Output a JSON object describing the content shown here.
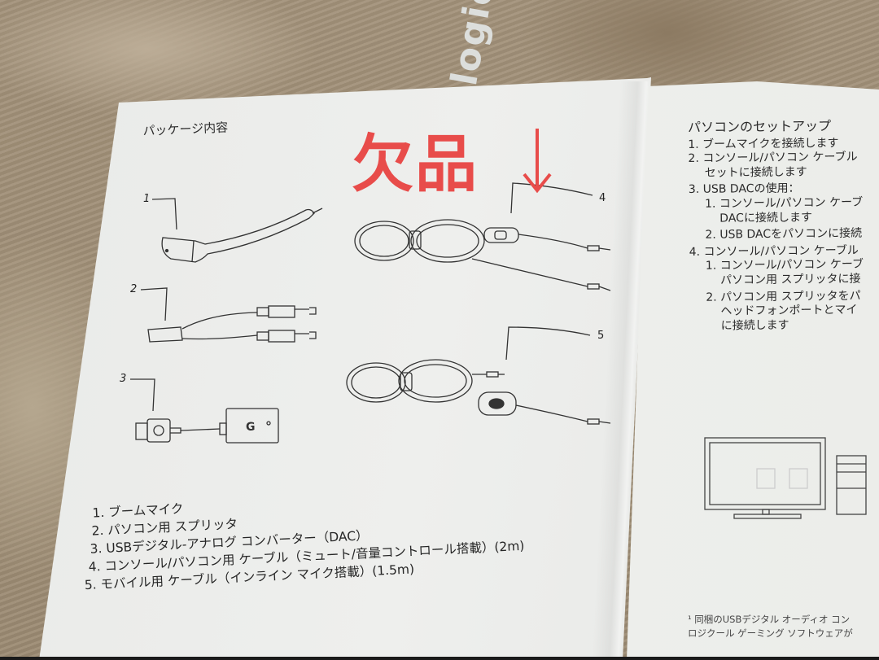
{
  "annotation": {
    "label": "欠品",
    "arrow": "↓",
    "color": "#e84c4a"
  },
  "left_page": {
    "title": "パッケージ内容",
    "watermark_logo": "logicool",
    "callouts": [
      "1",
      "2",
      "3",
      "4",
      "5"
    ],
    "contents": [
      "1. ブームマイク",
      "2. パソコン用 スプリッタ",
      "3. USBデジタル-アナログ コンバーター（DAC）",
      "4. コンソール/パソコン用 ケーブル（ミュート/音量コントロール搭載）(2m)",
      "5. モバイル用 ケーブル（インライン マイク搭載）(1.5m)"
    ],
    "illustrations": [
      "boom-microphone",
      "pc-splitter",
      "usb-dac",
      "console-pc-cable",
      "mobile-cable"
    ]
  },
  "right_page": {
    "title": "パソコンのセットアップ",
    "steps": [
      {
        "text": "1. ブームマイクを接続します",
        "level": 0
      },
      {
        "text": "2. コンソール/パソコン ケーブル",
        "level": 0
      },
      {
        "text": "セットに接続します",
        "level": 1
      },
      {
        "text": "3. USB DACの使用：",
        "level": 0
      },
      {
        "text": "1. コンソール/パソコン ケーブ",
        "level": 1
      },
      {
        "text": "DACに接続します",
        "level": 2
      },
      {
        "text": "2. USB DACをパソコンに接続",
        "level": 1
      },
      {
        "text": "4. コンソール/パソコン ケーブル",
        "level": 0
      },
      {
        "text": "1. コンソール/パソコン ケーブ",
        "level": 1
      },
      {
        "text": "パソコン用 スプリッタに接",
        "level": 2
      },
      {
        "text": "2. パソコン用 スプリッタをパ",
        "level": 1
      },
      {
        "text": "ヘッドフォンポートとマイ",
        "level": 2
      },
      {
        "text": "に接続します",
        "level": 2
      }
    ],
    "footnote": [
      "¹ 同梱のUSBデジタル オーディオ コン",
      "ロジクール ゲーミング ソフトウェアが"
    ],
    "illustration": "monitor-and-pc-tower"
  }
}
